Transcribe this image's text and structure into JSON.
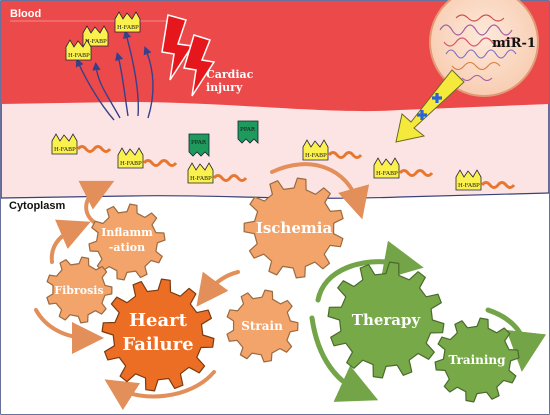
{
  "regions": {
    "blood": "Blood",
    "cytoplasm": "Cytoplasm"
  },
  "labels": {
    "mir": "miR-1",
    "injury_line1": "Cardiac",
    "injury_line2": "injury",
    "hfabp": "H-FABP",
    "ppar": "PPAR"
  },
  "gears": {
    "inflammation_line1": "Inflamm",
    "inflammation_line2": "-ation",
    "fibrosis": "Fibrosis",
    "heart_failure_line1": "Heart",
    "heart_failure_line2": "Failure",
    "ischemia": "Ischemia",
    "strain": "Strain",
    "therapy": "Therapy",
    "training": "Training"
  },
  "colors": {
    "blood": "#ec4a4a",
    "cytoplasm": "#fde4e4",
    "gear_orange": "#f3a46b",
    "gear_dark_orange": "#ec6e25",
    "gear_green": "#78a948",
    "hfabp_yellow": "#fbf14e",
    "ppar_green": "#1e9a5c",
    "bolt_red": "#e6171c",
    "arrow_yellow": "#f5ea3c",
    "plus_blue": "#2b63d6"
  }
}
